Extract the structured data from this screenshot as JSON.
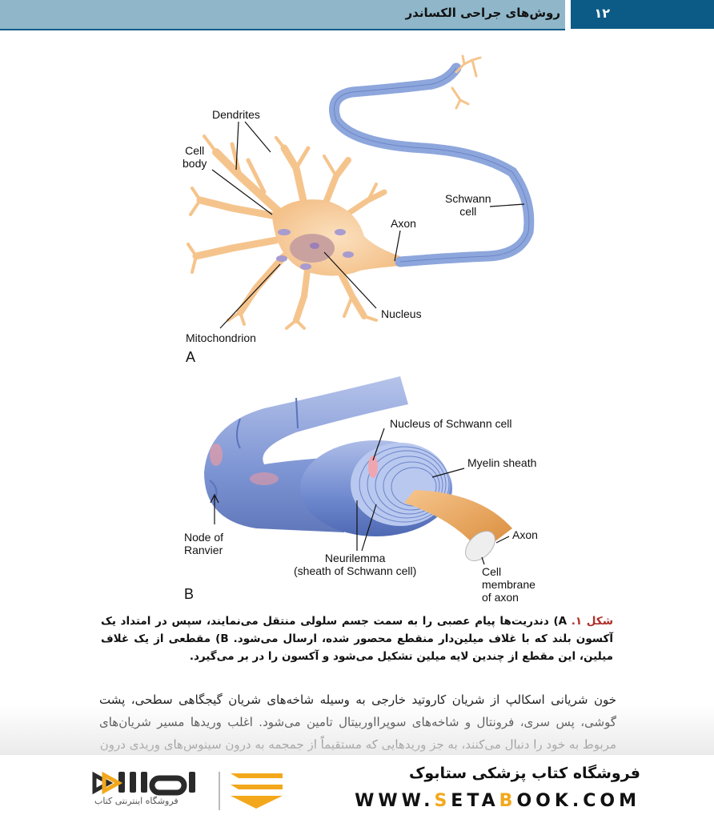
{
  "header": {
    "title": "روش‌های جراحی الکساندر",
    "page_number": "۱۲"
  },
  "figure_a": {
    "letter": "A",
    "labels": {
      "dendrites": "Dendrites",
      "cell_body": "Cell\nbody",
      "axon": "Axon",
      "schwann_cell": "Schwann\ncell",
      "nucleus": "Nucleus",
      "mitochondrion": "Mitochondrion"
    }
  },
  "figure_b": {
    "letter": "B",
    "labels": {
      "nucleus_schwann": "Nucleus of Schwann cell",
      "myelin_sheath": "Myelin sheath",
      "axon": "Axon",
      "node_ranvier": "Node of\nRanvier",
      "neurilemma": "Neurilemma\n(sheath of Schwann cell)",
      "cell_membrane": "Cell\nmembrane\nof axon"
    }
  },
  "caption": {
    "head": "شکل ۱.",
    "text": " A) دندریت‌ها پیام عصبی را به سمت جسم سلولی منتقل می‌نمایند، سپس در امتداد یک آکسون بلند که با غلاف میلین‌دار منقطع محصور شده، ارسال می‌شود. B) مقطعی از یک غلاف میلین، این مقطع از چندین لایه میلین تشکیل می‌شود و آکسون را در بر می‌گیرد."
  },
  "body_text": "خون شریانی اسکالپ از شریان کاروتید خارجی به وسیله شاخه‌های شریان گیجگاهی سطحی، پشت گوشی، پس سری، فرونتال و شاخه‌های سوپرااوربیتال تامین می‌شود. اغلب وریدها مسیر شریان‌های مربوط به خود را دنبال می‌کنند، به جز وریدهایی که مستقیماً از جمجمه به درون سینوس‌های وریدی درون",
  "footer": {
    "store_name": "فروشگاه کتاب پزشکی ستابوک",
    "url_pre": "WWW.",
    "url_hl1": "S",
    "url_mid1": "ETA",
    "url_hl2": "B",
    "url_post": "OOK.COM",
    "logo_caption": "فروشگاه اینترنتی کتاب"
  },
  "colors": {
    "header_bar": "#8fb7c9",
    "header_accent": "#0c5b86",
    "caption_head": "#b0302a",
    "brand_orange": "#f3a81b",
    "neuron": "#f7cc9a",
    "schwann": "#8da6dc"
  }
}
